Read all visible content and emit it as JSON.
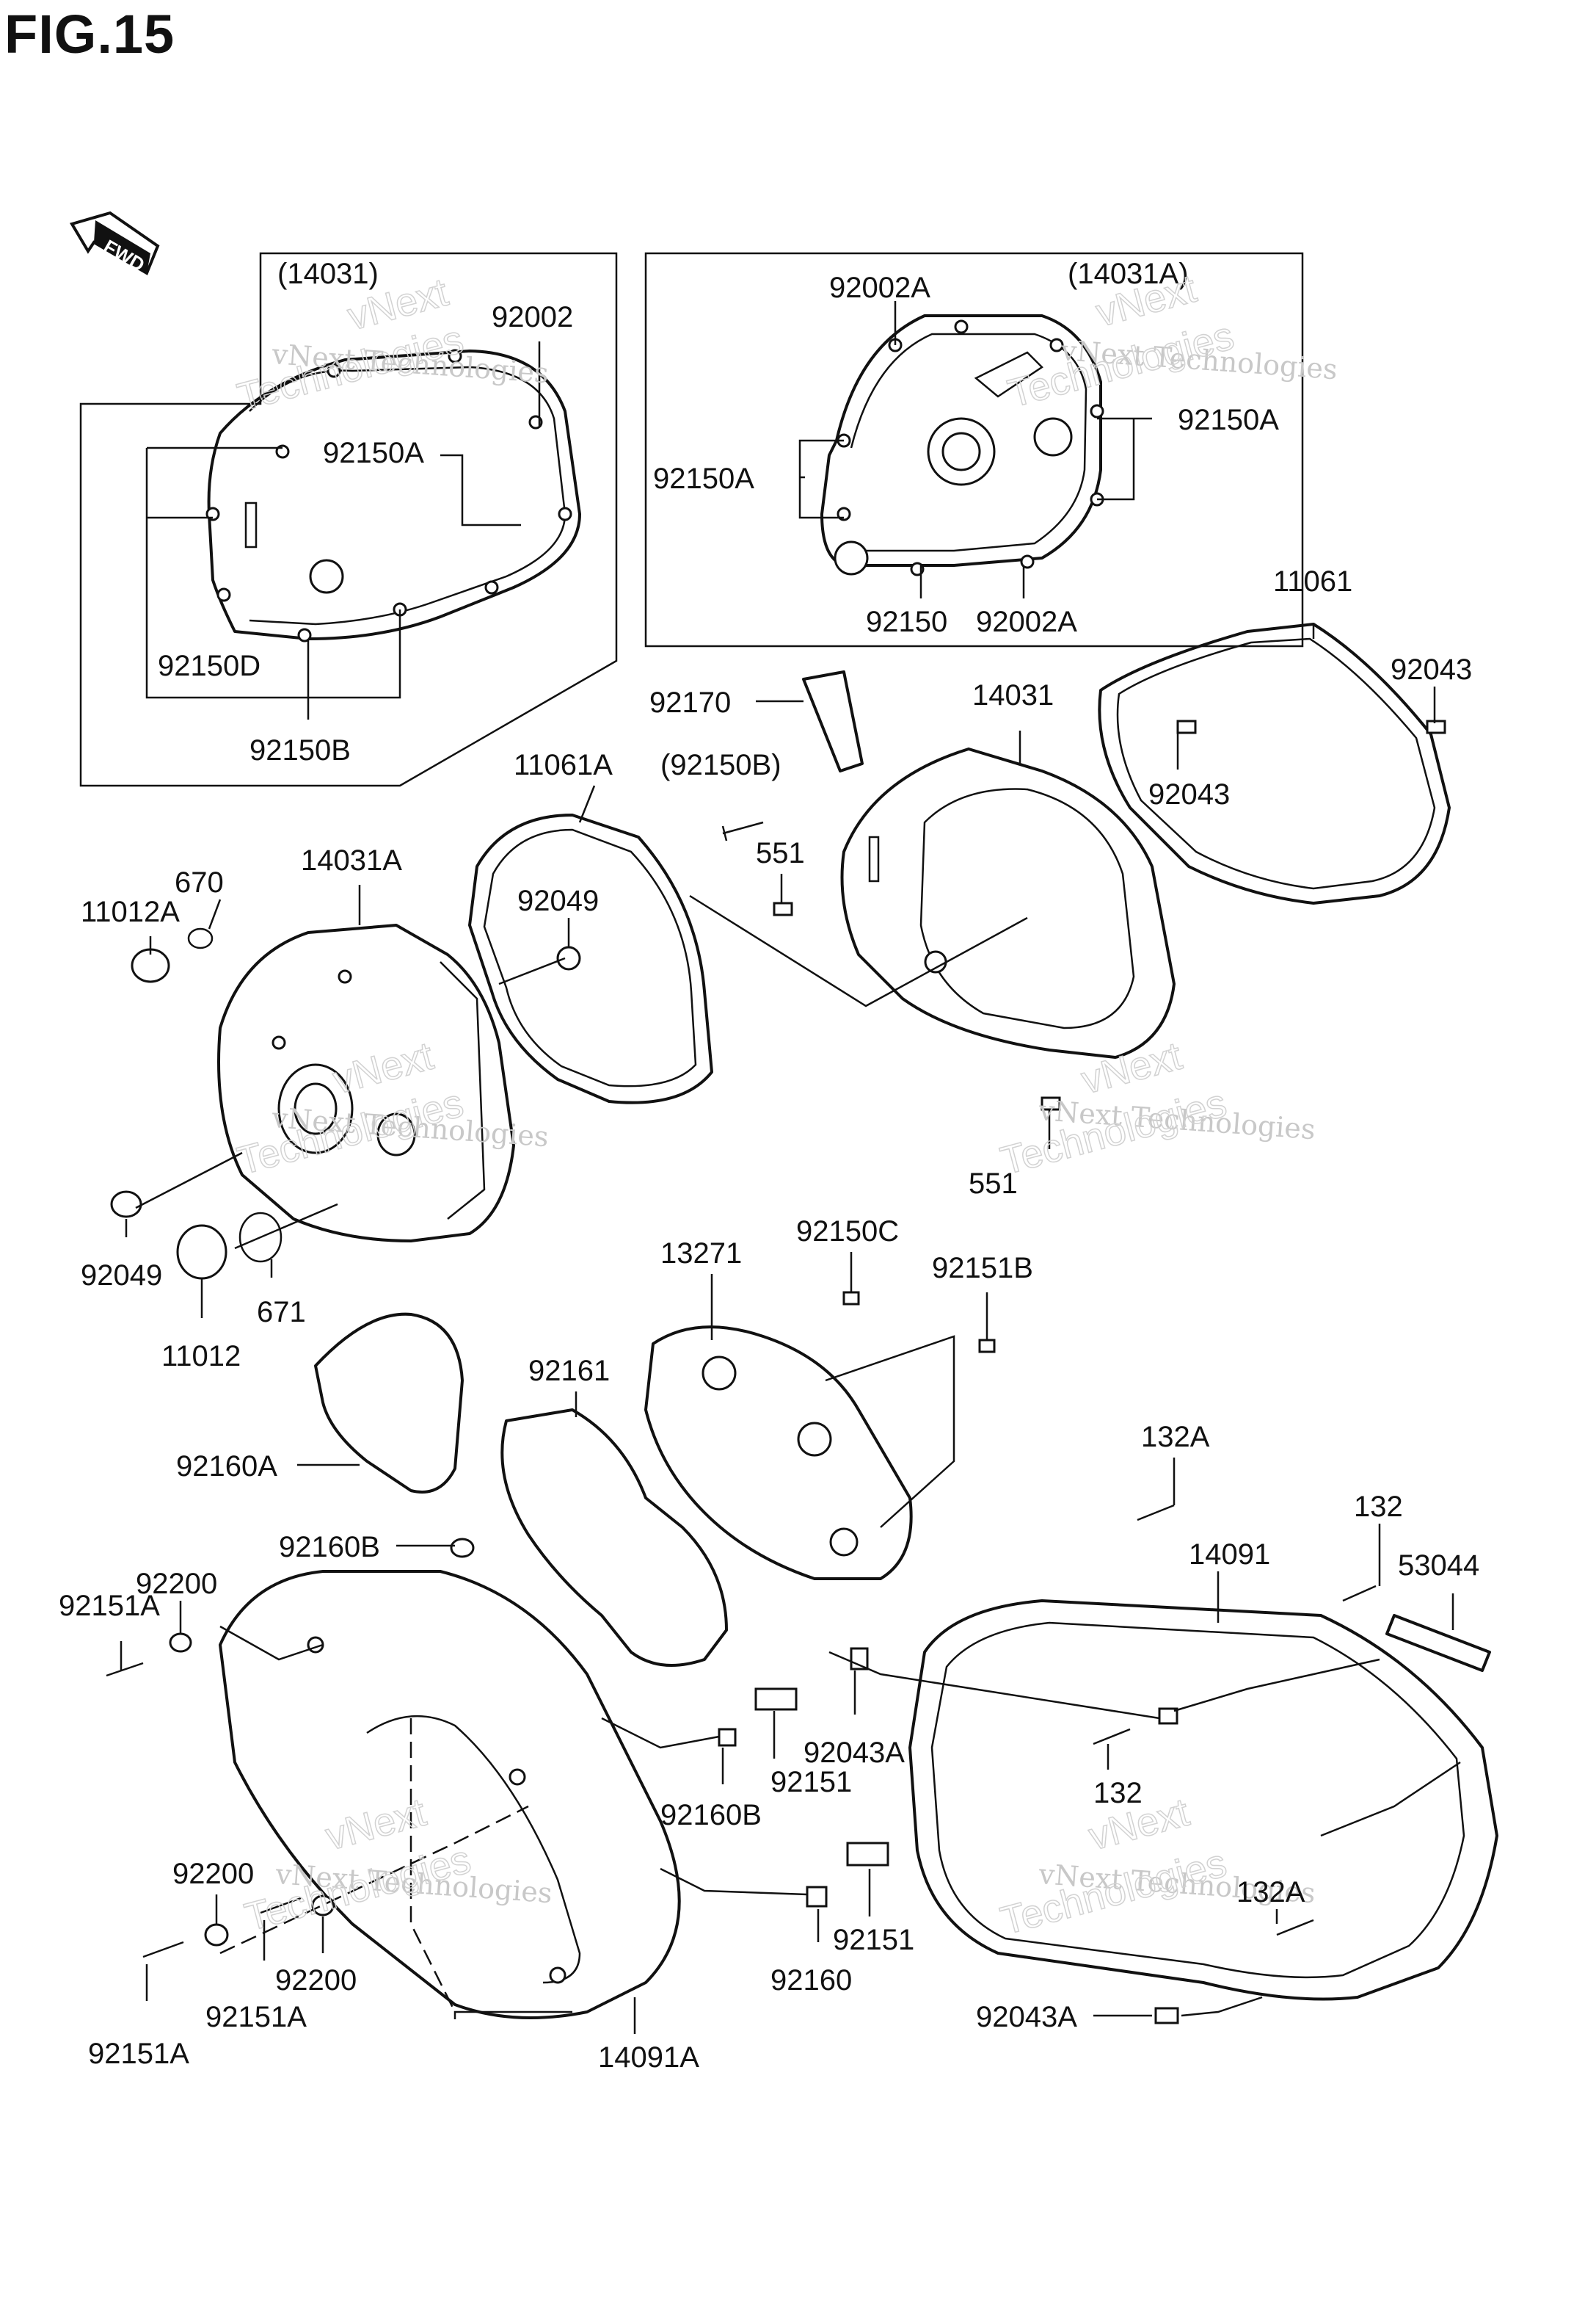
{
  "figure": {
    "title": "FIG.15",
    "fwd_badge": "FWD"
  },
  "watermark": {
    "brand": "vNext Technologies",
    "line1": "vNext",
    "line2": "Technologies"
  },
  "inset_left": {
    "ref": "(14031)"
  },
  "inset_right": {
    "ref": "(14031A)"
  },
  "callouts": [
    {
      "id": "c1",
      "text": "92002"
    },
    {
      "id": "c2",
      "text": "92150A"
    },
    {
      "id": "c3",
      "text": "92150D"
    },
    {
      "id": "c4",
      "text": "92150B"
    },
    {
      "id": "c5",
      "text": "92002A"
    },
    {
      "id": "c6",
      "text": "92150A"
    },
    {
      "id": "c7",
      "text": "92150A"
    },
    {
      "id": "c8",
      "text": "92150"
    },
    {
      "id": "c9",
      "text": "92002A"
    },
    {
      "id": "c10",
      "text": "11061"
    },
    {
      "id": "c11",
      "text": "92043"
    },
    {
      "id": "c12",
      "text": "92043"
    },
    {
      "id": "c13",
      "text": "92170"
    },
    {
      "id": "c14",
      "text": "14031"
    },
    {
      "id": "c15",
      "text": "(92150B)"
    },
    {
      "id": "c16",
      "text": "551"
    },
    {
      "id": "c17",
      "text": "11061A"
    },
    {
      "id": "c18",
      "text": "670"
    },
    {
      "id": "c19",
      "text": "14031A"
    },
    {
      "id": "c20",
      "text": "11012A"
    },
    {
      "id": "c21",
      "text": "92049"
    },
    {
      "id": "c22",
      "text": "551"
    },
    {
      "id": "c23",
      "text": "92049"
    },
    {
      "id": "c24",
      "text": "671"
    },
    {
      "id": "c25",
      "text": "11012"
    },
    {
      "id": "c26",
      "text": "13271"
    },
    {
      "id": "c27",
      "text": "92150C"
    },
    {
      "id": "c28",
      "text": "92151B"
    },
    {
      "id": "c29",
      "text": "92161"
    },
    {
      "id": "c30",
      "text": "92160A"
    },
    {
      "id": "c31",
      "text": "132A"
    },
    {
      "id": "c32",
      "text": "132"
    },
    {
      "id": "c33",
      "text": "14091"
    },
    {
      "id": "c34",
      "text": "53044"
    },
    {
      "id": "c35",
      "text": "92200"
    },
    {
      "id": "c36",
      "text": "92160B"
    },
    {
      "id": "c37",
      "text": "92151A"
    },
    {
      "id": "c38",
      "text": "92043A"
    },
    {
      "id": "c39",
      "text": "92151"
    },
    {
      "id": "c40",
      "text": "92160B"
    },
    {
      "id": "c41",
      "text": "132"
    },
    {
      "id": "c42",
      "text": "92200"
    },
    {
      "id": "c43",
      "text": "132A"
    },
    {
      "id": "c44",
      "text": "92151"
    },
    {
      "id": "c45",
      "text": "92160"
    },
    {
      "id": "c46",
      "text": "92200"
    },
    {
      "id": "c47",
      "text": "92151A"
    },
    {
      "id": "c48",
      "text": "92151A"
    },
    {
      "id": "c49",
      "text": "14091A"
    },
    {
      "id": "c50",
      "text": "92043A"
    }
  ]
}
